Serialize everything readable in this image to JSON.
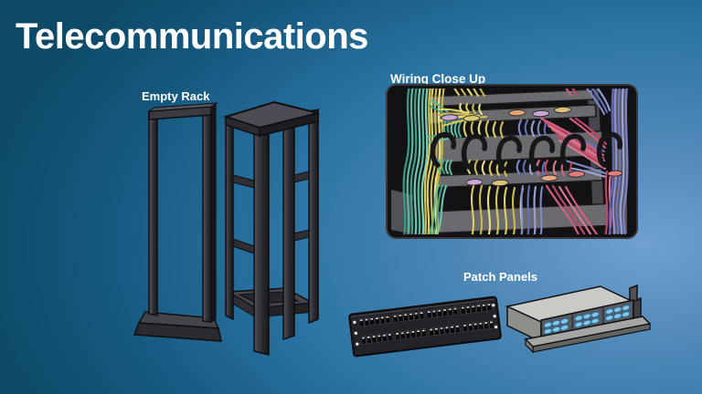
{
  "slide": {
    "title": "Telecommunications",
    "labels": {
      "empty_rack": "Empty Rack",
      "wiring_close_up": "Wiring Close Up",
      "patch_panels": "Patch Panels"
    }
  },
  "illustrations": {
    "empty_rack": [
      "two-post-rack",
      "four-post-rack"
    ],
    "wiring_close_up": "cable-bundles-in-rack-frame",
    "patch_panels": [
      "48-port-rj45-patch-panel",
      "fiber-patch-panel-enclosure"
    ]
  },
  "colors": {
    "background_dark": "#0d4a68",
    "background_mid": "#2a74a3",
    "background_light": "#6fa0d0",
    "text": "#ffffff",
    "rack_body": "#2a2a2f",
    "panel_gray": "#6a6a6f",
    "cable_teal": "#58b69e",
    "cable_yellow": "#ddd060",
    "cable_pink": "#d4607e",
    "cable_blue": "#7d8aca",
    "fiber_adapter_blue": "#82c6e8"
  }
}
